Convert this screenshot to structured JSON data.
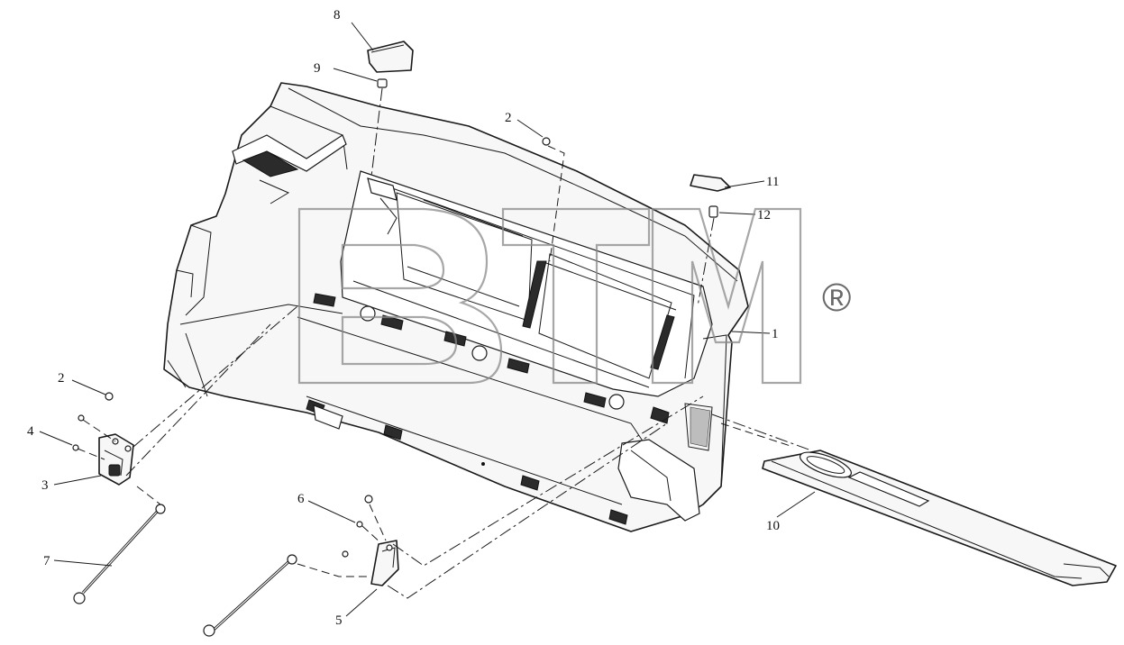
{
  "watermark": {
    "text": "BTM",
    "mark": "®"
  },
  "callouts": [
    {
      "id": "c1",
      "label": "1"
    },
    {
      "id": "c2a",
      "label": "2"
    },
    {
      "id": "c2b",
      "label": "2"
    },
    {
      "id": "c3",
      "label": "3"
    },
    {
      "id": "c4",
      "label": "4"
    },
    {
      "id": "c5",
      "label": "5"
    },
    {
      "id": "c6",
      "label": "6"
    },
    {
      "id": "c7",
      "label": "7"
    },
    {
      "id": "c8",
      "label": "8"
    },
    {
      "id": "c9",
      "label": "9"
    },
    {
      "id": "c10",
      "label": "10"
    },
    {
      "id": "c11",
      "label": "11"
    },
    {
      "id": "c12",
      "label": "12"
    }
  ]
}
